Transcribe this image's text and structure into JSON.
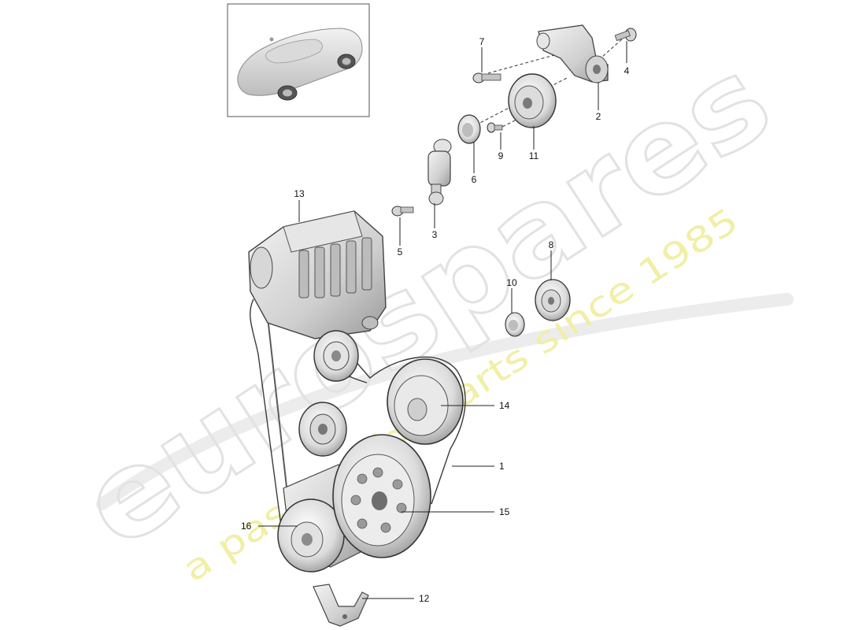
{
  "watermark": {
    "brand": "eurospares",
    "tagline": "a passion for parts since 1985",
    "brand_color": "#e7e7e7",
    "tagline_color": "#f1efa6"
  },
  "thumbnail": {
    "icon": "sports-car-icon"
  },
  "callouts": {
    "p1": "1",
    "p2": "2",
    "p3": "3",
    "p4": "4",
    "p5": "5",
    "p6": "6",
    "p7": "7",
    "p8": "8",
    "p9": "9",
    "p10": "10",
    "p11": "11",
    "p12": "12",
    "p13": "13",
    "p14": "14",
    "p15": "15",
    "p16": "16"
  }
}
